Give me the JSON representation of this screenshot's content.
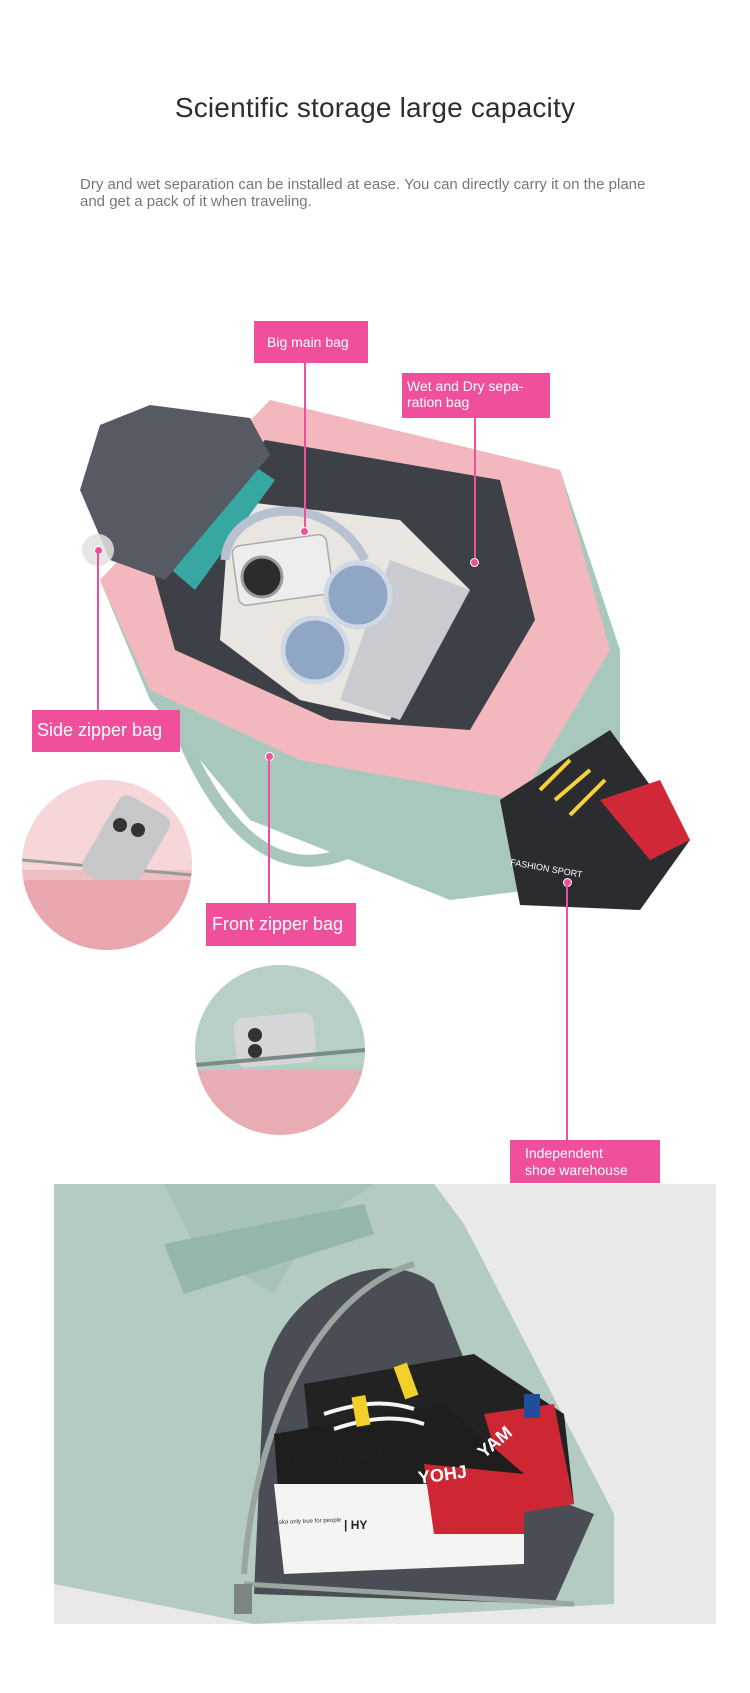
{
  "header": {
    "title": "Scientific storage large capacity",
    "description": "Dry and wet separation can be installed at ease. You can directly carry it on the plane and get a pack of it when traveling."
  },
  "callouts": {
    "big_main_bag": "Big main bag",
    "wet_dry_line1": "Wet and Dry sepa-",
    "wet_dry_line2": "ration bag",
    "side_zipper_bag": "Side zipper bag",
    "front_zipper_bag": "Front zipper bag",
    "shoe_line1": "Independent",
    "shoe_line2": "shoe warehouse"
  },
  "shoe_print": {
    "fashion_sport": "FASHION SPORT",
    "yohji": "YOHJ",
    "yam": "YAM",
    "hy": "HY",
    "small_print": "a ska only true for people"
  },
  "colors": {
    "accent": "#f0509b",
    "bag_pink": "#f2b8bd",
    "bag_mint": "#a9c8bd",
    "bag_dark": "#565a62"
  }
}
